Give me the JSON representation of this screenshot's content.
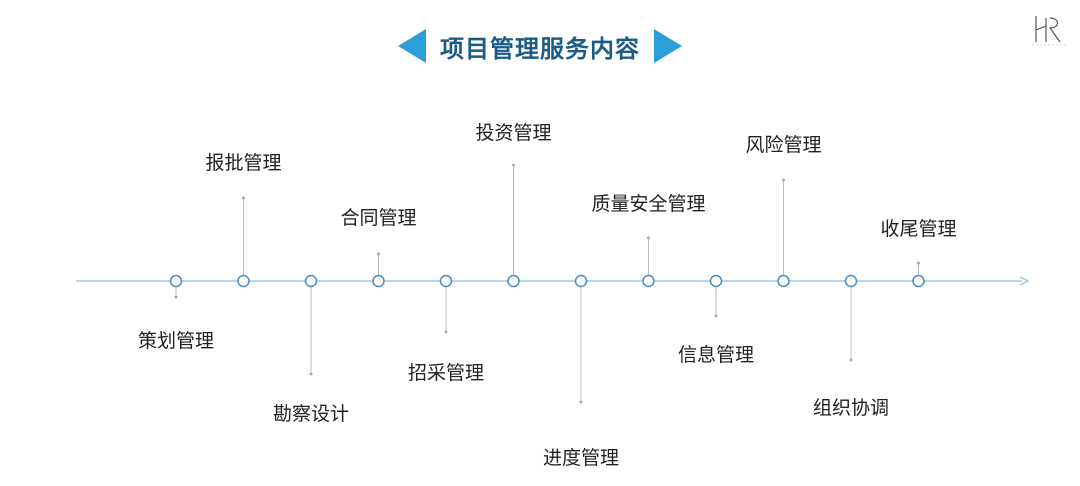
{
  "title": "项目管理服务内容",
  "colors": {
    "accent": "#2c9fd8",
    "title": "#1b5c86",
    "timeline": "#9ec8e6",
    "connector": "#bdbdbd"
  },
  "items": [
    {
      "label": "策划管理",
      "side": "below"
    },
    {
      "label": "报批管理",
      "side": "above"
    },
    {
      "label": "勘察设计",
      "side": "below"
    },
    {
      "label": "合同管理",
      "side": "above"
    },
    {
      "label": "招采管理",
      "side": "below"
    },
    {
      "label": "投资管理",
      "side": "above"
    },
    {
      "label": "进度管理",
      "side": "below"
    },
    {
      "label": "质量安全管理",
      "side": "above"
    },
    {
      "label": "信息管理",
      "side": "below"
    },
    {
      "label": "风险管理",
      "side": "above"
    },
    {
      "label": "组织协调",
      "side": "below"
    },
    {
      "label": "收尾管理",
      "side": "above"
    }
  ]
}
